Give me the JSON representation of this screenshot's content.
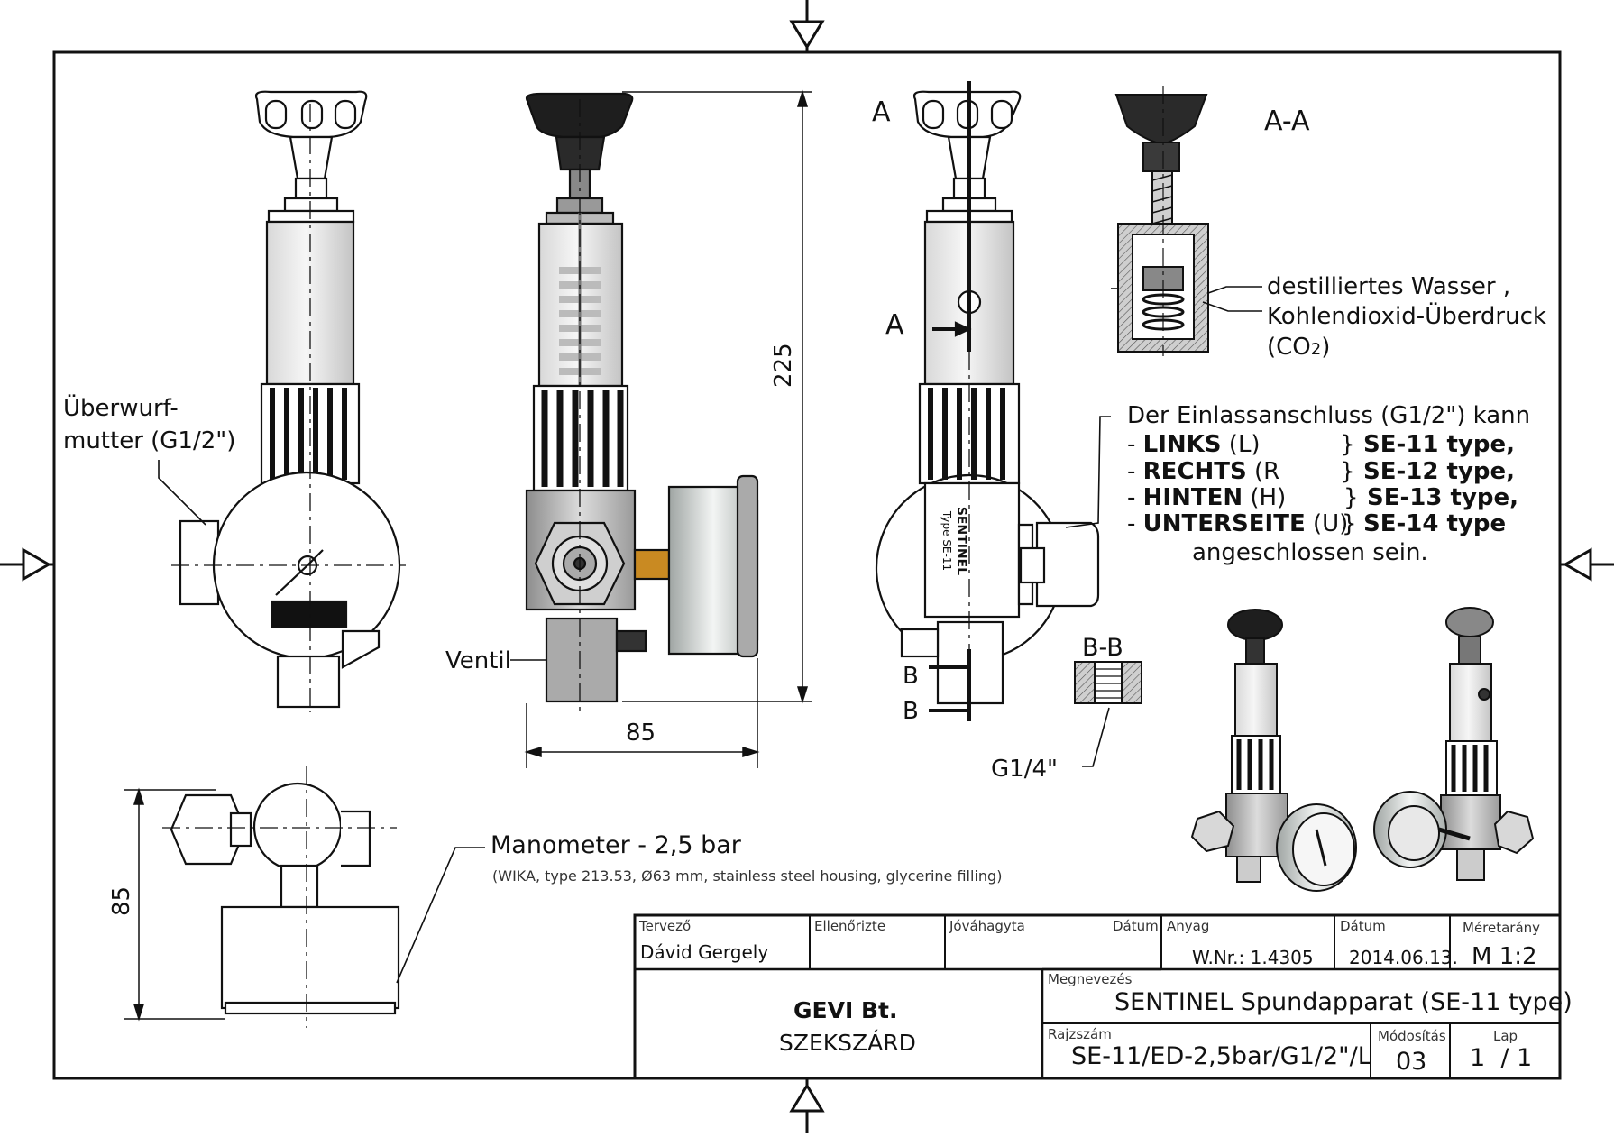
{
  "views": {
    "section_marker_A": "A",
    "section_AA_title": "A-A",
    "section_BB_title": "B-B",
    "section_marker_B": "B"
  },
  "labels": {
    "ueberwurf_line1": "Überwurf-",
    "ueberwurf_line2": "mutter (G1/2\")",
    "ventil": "Ventil",
    "water_line1": "destilliertes Wasser ,",
    "water_line2": "Kohlendioxid-Überdruck",
    "water_line3_prefix": "(CO",
    "water_line3_sub": "2",
    "water_line3_suffix": ")",
    "g14": "G1/4\"",
    "manometer": "Manometer - 2,5 bar",
    "manometer_note": "(WIKA, type 213.53, Ø63 mm, stainless steel housing, glycerine filling)"
  },
  "inlet": {
    "heading": "Der Einlassanschluss (G1/2\") kann",
    "rows": [
      {
        "dash": "- ",
        "name": "LINKS",
        "code": " (L)",
        "brace": "}",
        "type": "SE-11 type,"
      },
      {
        "dash": "- ",
        "name": "RECHTS",
        "code": " (R",
        "brace": "}",
        "type": "SE-12 type,"
      },
      {
        "dash": "- ",
        "name": "HINTEN",
        "code": " (H)",
        "brace": "}",
        "type": "SE-13 type,"
      },
      {
        "dash": "- ",
        "name": "UNTERSEITE",
        "code": " (U)",
        "brace": "}",
        "type": "SE-14 type"
      }
    ],
    "footer": "angeschlossen sein."
  },
  "dimensions": {
    "height": "225",
    "width": "85",
    "depth": "85"
  },
  "title_block": {
    "designer_label": "Tervező",
    "designer": "Dávid Gergely",
    "checked_label": "Ellenőrizte",
    "approved_label": "Jóváhagyta",
    "date_label": "Dátum",
    "material_label": "Anyag",
    "material": "W.Nr.: 1.4305",
    "date2_label": "Dátum",
    "date": "2014.06.13.",
    "scale_label": "Méretarány",
    "scale": "M 1:2",
    "company": "GEVI Bt.",
    "city": "SZEKSZÁRD",
    "name_label": "Megnevezés",
    "name": "SENTINEL Spundapparat (SE-11 type)",
    "drawing_no_label": "Rajzszám",
    "drawing_no": "SE-11/ED-2,5bar/G1/2\"/L",
    "revision_label": "Módosítás",
    "revision": "03",
    "sheet_label": "Lap",
    "sheet": "1  / 1"
  },
  "colors": {
    "line": "#111111",
    "knob_dark": "#1e1e1e",
    "spring": "#cfcfcf",
    "body_metal": "#bdbdbd",
    "brass": "#c98a22",
    "gauge_face": "#e8ecea"
  }
}
